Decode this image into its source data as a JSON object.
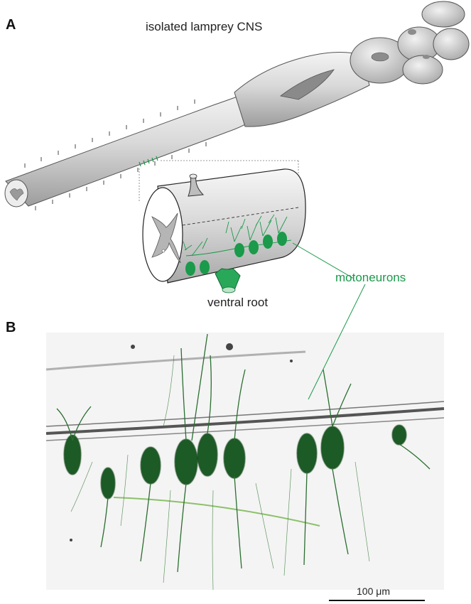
{
  "panels": {
    "a": {
      "letter": "A",
      "title": "isolated lamprey CNS",
      "ventral_root_label": "ventral root",
      "motoneurons_label": "motoneurons"
    },
    "b": {
      "letter": "B",
      "scale_bar_label": "100 μm"
    }
  },
  "colors": {
    "neuron_green": "#1a9a4a",
    "tissue_gray": "#c8c8c8",
    "micrograph_green": "#1f5a26"
  }
}
